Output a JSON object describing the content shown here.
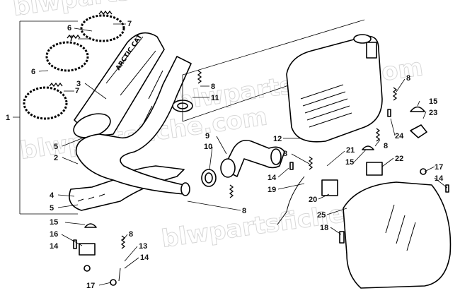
{
  "watermarks": [
    "blwpartsfiche.com",
    "blwpartsfiche.com",
    "blwpartsfiche.com",
    "blwpartsfiche.com"
  ],
  "callouts": [
    {
      "id": "c1",
      "text": "1"
    },
    {
      "id": "c7a",
      "text": "7"
    },
    {
      "id": "c6a",
      "text": "6"
    },
    {
      "id": "c7b",
      "text": "7"
    },
    {
      "id": "c6b",
      "text": "6"
    },
    {
      "id": "c3",
      "text": "3"
    },
    {
      "id": "c7c",
      "text": "7"
    },
    {
      "id": "c8a",
      "text": "8"
    },
    {
      "id": "c11",
      "text": "11"
    },
    {
      "id": "c5a",
      "text": "5"
    },
    {
      "id": "c2",
      "text": "2"
    },
    {
      "id": "c9",
      "text": "9"
    },
    {
      "id": "c10",
      "text": "10"
    },
    {
      "id": "c4",
      "text": "4"
    },
    {
      "id": "c5b",
      "text": "5"
    },
    {
      "id": "c8b",
      "text": "8"
    },
    {
      "id": "c15a",
      "text": "15"
    },
    {
      "id": "c16",
      "text": "16"
    },
    {
      "id": "c14a",
      "text": "14"
    },
    {
      "id": "c8c",
      "text": "8"
    },
    {
      "id": "c13",
      "text": "13"
    },
    {
      "id": "c14b",
      "text": "14"
    },
    {
      "id": "c17a",
      "text": "17"
    },
    {
      "id": "c12",
      "text": "12"
    },
    {
      "id": "c8d",
      "text": "8"
    },
    {
      "id": "c21",
      "text": "21"
    },
    {
      "id": "c14c",
      "text": "14"
    },
    {
      "id": "c19",
      "text": "19"
    },
    {
      "id": "c20",
      "text": "20"
    },
    {
      "id": "c25",
      "text": "25"
    },
    {
      "id": "c18",
      "text": "18"
    },
    {
      "id": "c8e",
      "text": "8"
    },
    {
      "id": "c15b",
      "text": "15"
    },
    {
      "id": "c23",
      "text": "23"
    },
    {
      "id": "c24",
      "text": "24"
    },
    {
      "id": "c8f",
      "text": "8"
    },
    {
      "id": "c15c",
      "text": "15"
    },
    {
      "id": "c22",
      "text": "22"
    },
    {
      "id": "c17b",
      "text": "17"
    },
    {
      "id": "c14d",
      "text": "14"
    }
  ]
}
